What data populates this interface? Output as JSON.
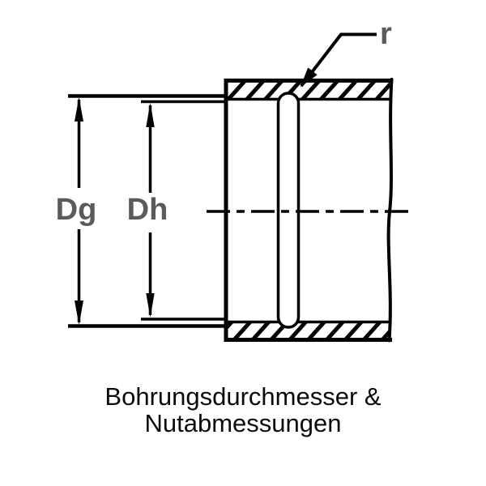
{
  "diagram": {
    "type": "technical-cross-section",
    "dimension_labels": {
      "groove_diameter": "Dg",
      "bore_diameter": "Dh",
      "groove_radius": "r"
    },
    "caption": {
      "line1": "Bohrungsdurchmesser &",
      "line2": "Nutabmessungen"
    },
    "colors": {
      "line": "#000000",
      "label": "#5a5a5a",
      "caption": "#0b0b0b",
      "background": "#ffffff"
    }
  }
}
